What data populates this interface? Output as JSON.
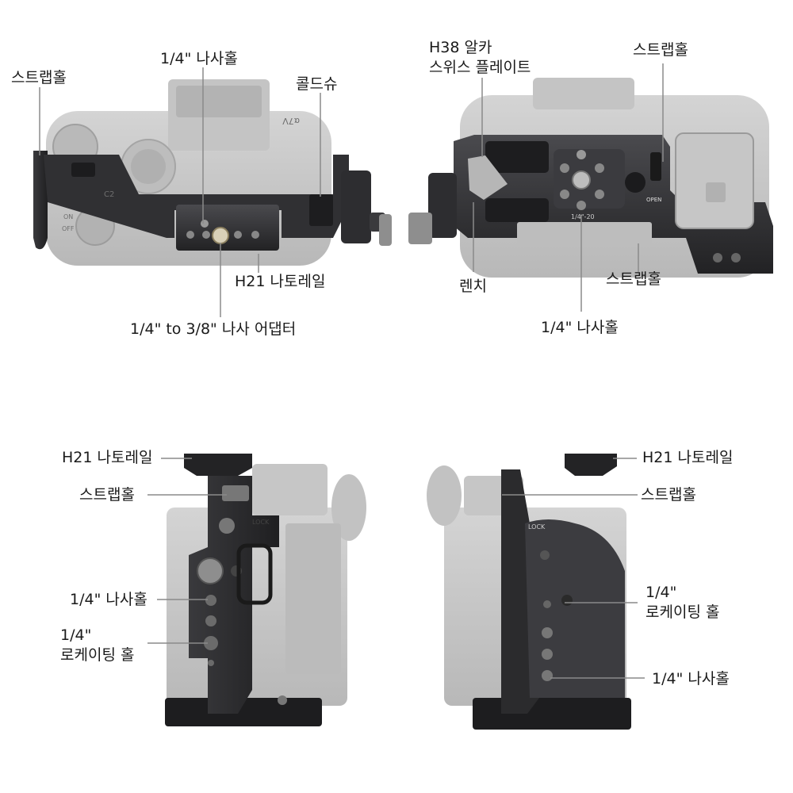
{
  "panels": {
    "top_left": {
      "labels": {
        "strap_hole": "스트랩홀",
        "screw_hole": "1/4\" 나사홀",
        "cold_shoe": "콜드슈",
        "nato_rail": "H21 나토레일",
        "adapter": "1/4\" to 3/8\" 나사 어댑터"
      },
      "engraving": {
        "model": "α7V",
        "dial_c2": "C2",
        "dial_on": "ON",
        "dial_off": "OFF"
      }
    },
    "top_right": {
      "labels": {
        "arca_line1": "H38 알카",
        "arca_line2": "스위스 플레이트",
        "strap_hole_top": "스트랩홀",
        "wrench": "렌치",
        "strap_hole_bottom": "스트랩홀",
        "screw_hole": "1/4\" 나사홀"
      },
      "engraving": {
        "thread": "1/4\"-20",
        "open": "OPEN"
      }
    },
    "bottom_left": {
      "labels": {
        "nato_rail": "H21 나토레일",
        "strap_hole": "스트랩홀",
        "screw_hole": "1/4\" 나사홀",
        "locating_line1": "1/4\"",
        "locating_line2": "로케이팅 홀"
      },
      "engraving": {
        "lock": "LOCK"
      }
    },
    "bottom_right": {
      "labels": {
        "nato_rail": "H21 나토레일",
        "strap_hole": "스트랩홀",
        "locating_line1": "1/4\"",
        "locating_line2": "로케이팅 홀",
        "screw_hole": "1/4\" 나사홀"
      },
      "engraving": {
        "lock": "LOCK"
      }
    }
  },
  "colors": {
    "cage_dark": "#2b2b2d",
    "cage_mid": "#3d3d40",
    "cage_light": "#5a5a5e",
    "camera_gray": "#c9c9c9",
    "camera_dark_gray": "#a9a9a9",
    "leader_line": "#8a8a8a",
    "text": "#1a1a1a"
  }
}
